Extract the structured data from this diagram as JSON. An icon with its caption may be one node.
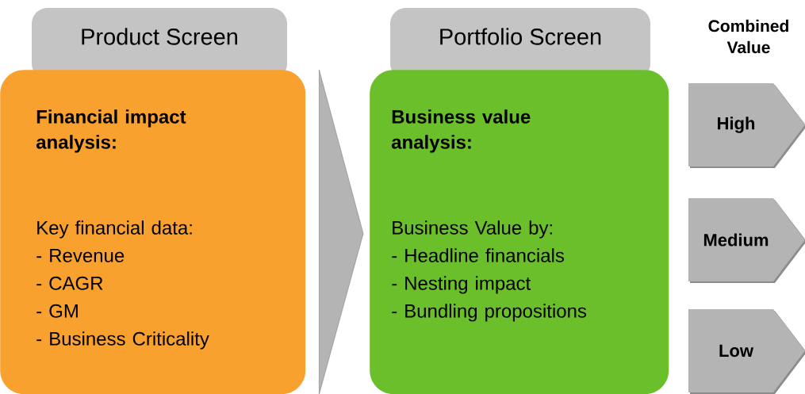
{
  "diagram": {
    "nodes": [
      {
        "text": [
          "Product Screen"
        ]
      },
      {
        "text": [
          "Financial impact analysis:",
          "Key financial data:",
          "- Revenue",
          "- CAGR",
          "- GM",
          "- Business Criticality"
        ]
      },
      {
        "text": [
          "Portfolio Screen"
        ]
      },
      {
        "text": [
          "Business value analysis:",
          "Business Value by:",
          "- Headline financials",
          "- Nesting impact",
          "- Bundling propositions"
        ]
      },
      {
        "text": [
          "High"
        ]
      },
      {
        "text": [
          "Medium"
        ]
      },
      {
        "text": [
          "Low"
        ]
      }
    ],
    "edges": [
      {
        "from": 1,
        "to": 3,
        "arrow": "to"
      }
    ],
    "labels": [
      "Combined Value"
    ]
  }
}
